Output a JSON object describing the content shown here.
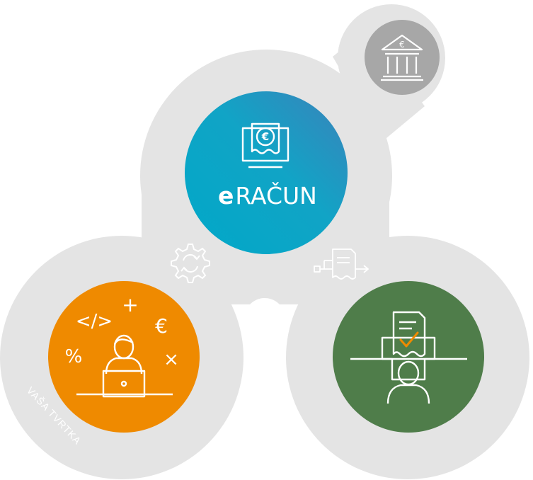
{
  "brand": {
    "logo_e": "e",
    "logo_rest": "RAČUN"
  },
  "company_label": "VAŠA TVRTKA",
  "icons": {
    "bank": "bank-euro-icon",
    "invoice": "monitor-invoice-euro-icon",
    "settings": "gear-sync-icon",
    "flow": "document-flow-icon",
    "developer": "developer-laptop-icon",
    "recipient": "recipient-approved-document-icon"
  },
  "symbols": {
    "code": "</>",
    "plus": "+",
    "euro": "€",
    "percent": "%",
    "times": "×"
  },
  "colors": {
    "background_shape": "#e4e4e4",
    "bank_circle": "#a7a7a7",
    "eracun_gradient_start": "#00a8c8",
    "eracun_gradient_end": "#3b82ba",
    "company_circle": "#ef8a00",
    "recipient_circle": "#4f7d4a",
    "check_mark": "#ef8a00"
  }
}
